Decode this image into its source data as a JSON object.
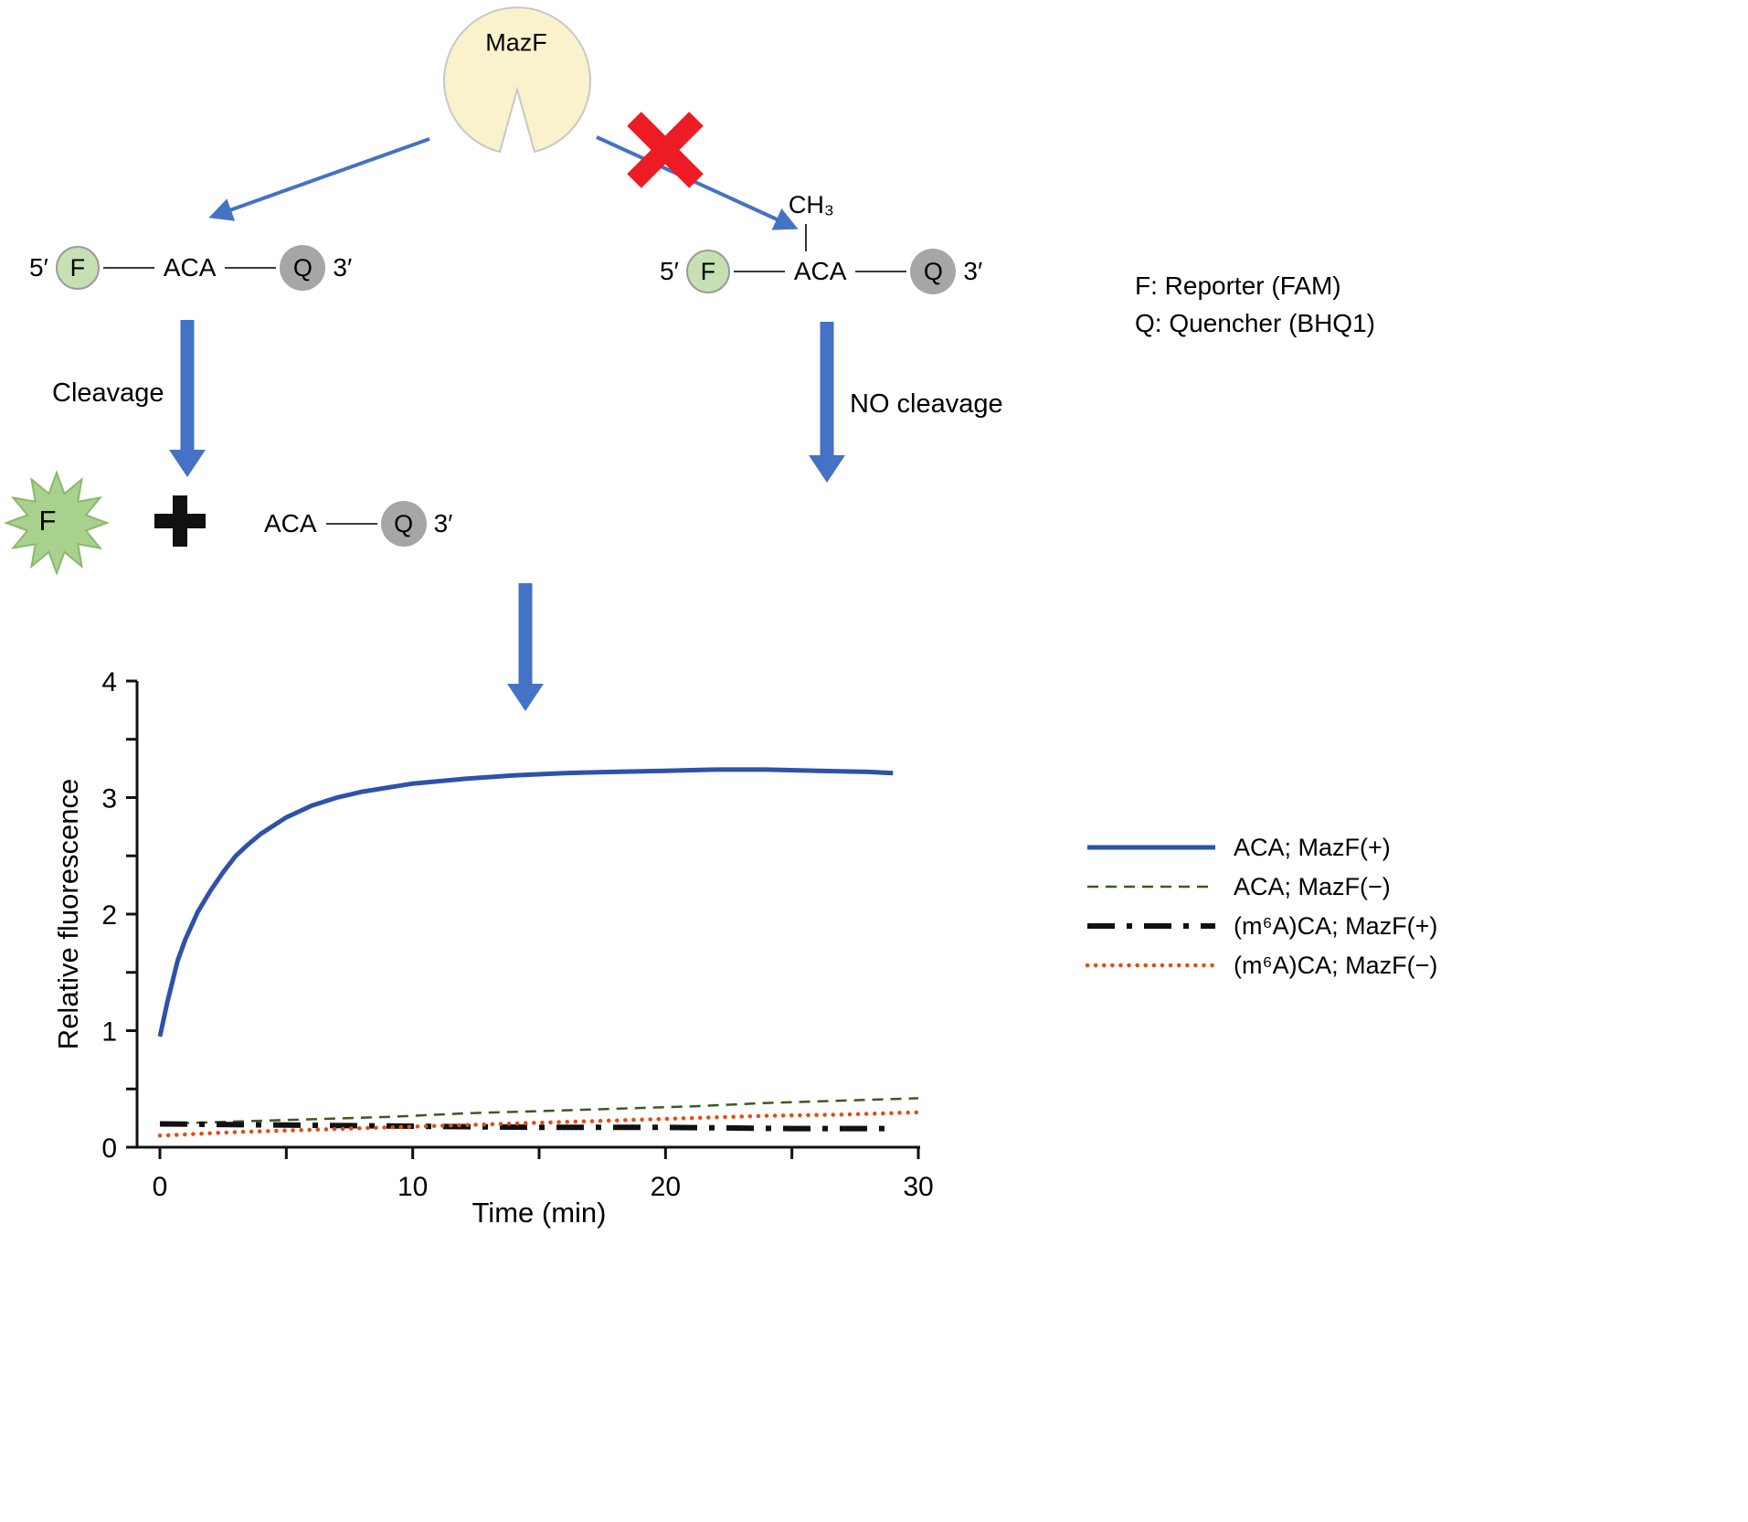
{
  "diagram": {
    "enzyme_label": "MazF",
    "cleavage_label": "Cleavage",
    "no_cleavage_label": "NO cleavage",
    "released_reporter_label": "F",
    "left_probe": {
      "five_prime": "5′",
      "reporter": "F",
      "sequence": "ACA",
      "quencher": "Q",
      "three_prime": "3′"
    },
    "right_probe": {
      "five_prime": "5′",
      "reporter": "F",
      "sequence": "ACA",
      "quencher": "Q",
      "three_prime": "3′",
      "methyl_label": "CH₃"
    },
    "product_probe": {
      "sequence": "ACA",
      "quencher": "Q",
      "three_prime": "3′"
    },
    "key": {
      "reporter": "F: Reporter (FAM)",
      "quencher": "Q: Quencher (BHQ1)"
    },
    "icons": {
      "blocked": "heavy-red-x",
      "plus": "heavy-black-plus",
      "burst": "green-starburst"
    },
    "colors": {
      "arrow_blue": "#4472c4",
      "enzyme_fill": "#f9f2cd",
      "enzyme_stroke": "#c8c8c8",
      "reporter_fill": "#c6e0b4",
      "reporter_stroke": "#9b9b9b",
      "quencher_fill": "#a6a6a6",
      "burst_fill": "#a9d18e",
      "burst_stroke": "#8ab86d",
      "blocked_red": "#ed1c24",
      "plus_black": "#111111"
    }
  },
  "chart_data": {
    "type": "line",
    "title": "",
    "xlabel": "Time (min)",
    "ylabel": "Relative fluorescence",
    "xlim": [
      0,
      30
    ],
    "ylim": [
      0,
      4
    ],
    "grid": false,
    "legend_position": "right",
    "xticks_all": [
      0,
      5,
      10,
      15,
      20,
      25,
      30
    ],
    "xtick_label_values": [
      0,
      10,
      20,
      30
    ],
    "yticks_all": [
      0,
      0.5,
      1,
      1.5,
      2,
      2.5,
      3,
      3.5,
      4
    ],
    "ytick_label_values": [
      0,
      1,
      2,
      3,
      4
    ],
    "series": [
      {
        "name": "ACA; MazF(+)",
        "color": "#2d53a8",
        "style": "solid",
        "width": 5,
        "x": [
          0,
          0.3,
          0.7,
          1,
          1.5,
          2,
          2.5,
          3,
          3.5,
          4,
          5,
          6,
          7,
          8,
          10,
          12,
          14,
          16,
          18,
          20,
          22,
          24,
          26,
          28,
          29
        ],
        "y": [
          0.95,
          1.25,
          1.6,
          1.78,
          2.02,
          2.2,
          2.36,
          2.5,
          2.6,
          2.69,
          2.83,
          2.93,
          3.0,
          3.05,
          3.12,
          3.16,
          3.19,
          3.21,
          3.22,
          3.23,
          3.24,
          3.24,
          3.23,
          3.22,
          3.21
        ]
      },
      {
        "name": "ACA; MazF(−)",
        "color": "#3a5a22",
        "style": "dashed",
        "width": 2.5,
        "x": [
          0,
          3,
          6,
          9,
          12,
          15,
          18,
          21,
          24,
          27,
          30
        ],
        "y": [
          0.2,
          0.22,
          0.24,
          0.26,
          0.29,
          0.31,
          0.33,
          0.35,
          0.38,
          0.4,
          0.42
        ]
      },
      {
        "name": "(m⁶A)CA; MazF(+)",
        "color": "#111111",
        "style": "dashdot",
        "width": 6,
        "x": [
          0,
          5,
          10,
          15,
          20,
          25,
          29
        ],
        "y": [
          0.2,
          0.19,
          0.18,
          0.17,
          0.17,
          0.16,
          0.16
        ]
      },
      {
        "name": "(m⁶A)CA; MazF(−)",
        "color": "#e44d12",
        "style": "dotted",
        "width": 4.5,
        "x": [
          0,
          3,
          6,
          9,
          12,
          15,
          18,
          21,
          24,
          27,
          30
        ],
        "y": [
          0.1,
          0.13,
          0.15,
          0.17,
          0.19,
          0.21,
          0.23,
          0.25,
          0.27,
          0.28,
          0.3
        ]
      }
    ]
  }
}
